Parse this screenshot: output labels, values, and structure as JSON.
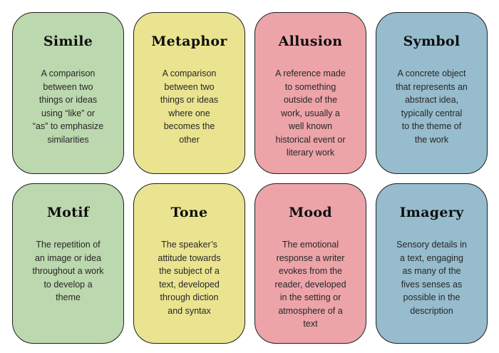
{
  "page": {
    "background": "#ffffff",
    "card_border_color": "#1f1f1f",
    "title_color": "#0e0e0e",
    "body_text_color": "#272727"
  },
  "cards": [
    {
      "title": "Simile",
      "definition": "A comparison\nbetween two\nthings or ideas\nusing “like” or\n“as” to emphasize\nsimilarities",
      "color": "#bcd8ae"
    },
    {
      "title": "Metaphor",
      "definition": "A comparison\nbetween two\nthings or ideas\nwhere one\nbecomes the\nother",
      "color": "#eae491"
    },
    {
      "title": "Allusion",
      "definition": "A reference made\nto something\noutside of the\nwork, usually a\nwell known\nhistorical event or\nliterary work",
      "color": "#eca4a9"
    },
    {
      "title": "Symbol",
      "definition": "A concrete object\nthat represents an\nabstract idea,\ntypically central\nto the theme of\nthe work",
      "color": "#96bccd"
    },
    {
      "title": "Motif",
      "definition": "The repetition of\nan image or idea\nthroughout a work\nto develop a\ntheme",
      "color": "#bcd8ae"
    },
    {
      "title": "Tone",
      "definition": "The speaker’s\nattitude towards\nthe subject of a\ntext, developed\nthrough diction\nand syntax",
      "color": "#eae491"
    },
    {
      "title": "Mood",
      "definition": "The emotional\nresponse a writer\nevokes from the\nreader, developed\nin the setting or\natmosphere of a\ntext",
      "color": "#eca4a9"
    },
    {
      "title": "Imagery",
      "definition": "Sensory details in\na text, engaging\nas many of the\nfives senses as\npossible in the\ndescription",
      "color": "#96bccd"
    }
  ]
}
